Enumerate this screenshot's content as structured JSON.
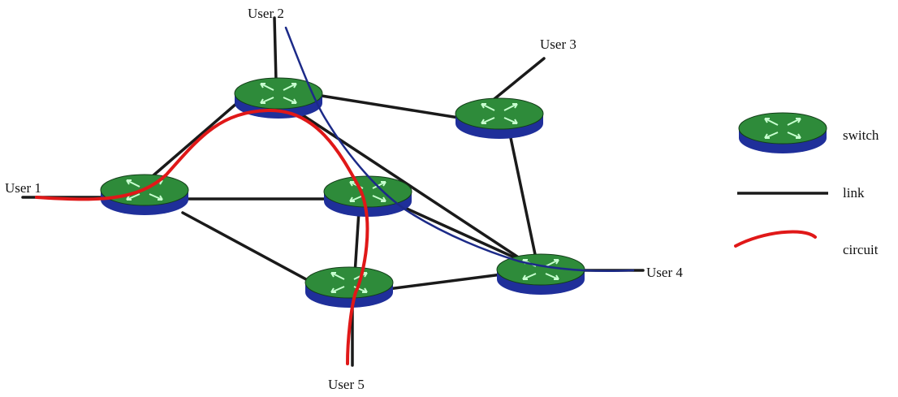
{
  "users": {
    "user1": "User 1",
    "user2": "User 2",
    "user3": "User 3",
    "user4": "User 4",
    "user5": "User 5"
  },
  "legend": {
    "switch": "switch",
    "link": "link",
    "circuit": "circuit"
  },
  "colors": {
    "switch_top": "#2e8b3a",
    "switch_side": "#1f2f9a",
    "switch_arrows": "#c8ffd0",
    "link": "#1a1a1a",
    "circuit_red": "#e01818",
    "circuit_blue": "#1c2a88"
  },
  "icons": {
    "switch": "switch-icon"
  }
}
